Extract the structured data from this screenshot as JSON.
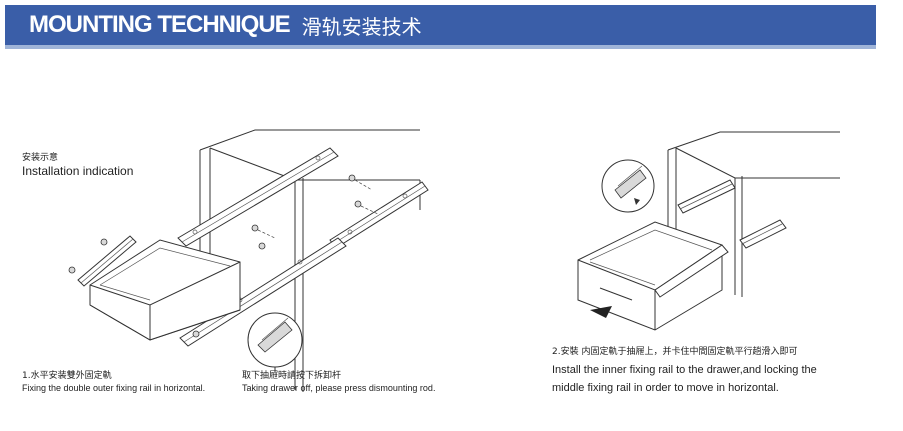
{
  "header": {
    "title_en": "MOUNTING TECHNIQUE",
    "title_zh": "滑轨安装技术"
  },
  "install_indication": {
    "zh": "安装示意",
    "en": "Installation indication"
  },
  "step1": {
    "zh": "1.水平安装雙外固定軌",
    "en": "Fixing the double outer fixing rail in horizontal."
  },
  "dismount": {
    "zh": "取下抽屜時請按下拆卸杆",
    "en": "Taking drawer off, please press dismounting rod."
  },
  "step2": {
    "zh": "2.安裝 内固定軌于抽屜上，并卡住中間固定軌平行趟滑入即可",
    "en_line1": "Install the inner fixing rail to the drawer,and locking the",
    "en_line2": "middle fixing rail in order to move in horizontal."
  },
  "colors": {
    "banner": "#3a5ea8",
    "banner_text": "#ffffff",
    "line_art": "#333333"
  }
}
